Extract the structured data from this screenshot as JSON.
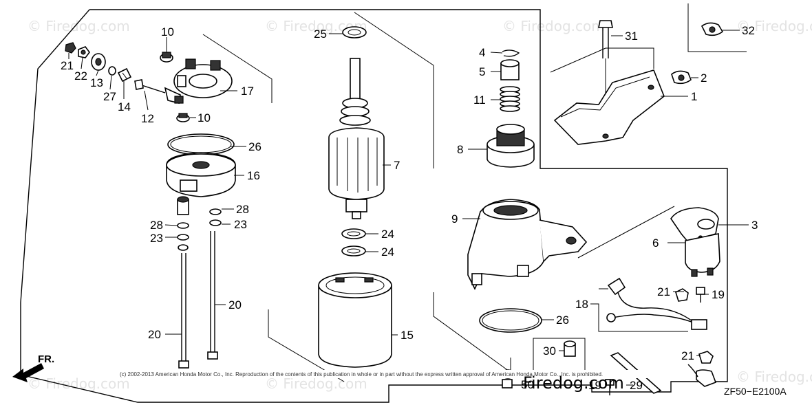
{
  "diagram": {
    "code": "ZF50−E2100A",
    "front_label": "FR.",
    "copyright": "(c) 2002-2013 American Honda Motor Co., Inc. Reproduction of the contents of this publication in whole or in part without the express written approval of American Honda Motor Co., Inc. is prohibited.",
    "watermark": "© Firedog.com",
    "logo": "Firedog.com",
    "callouts": {
      "c10a": "10",
      "c21a": "21",
      "c22": "22",
      "c13": "13",
      "c27": "27",
      "c14": "14",
      "c12": "12",
      "c17": "17",
      "c10b": "10",
      "c26a": "26",
      "c16": "16",
      "c28a": "28",
      "c23a": "23",
      "c28b": "28",
      "c23b": "23",
      "c20a": "20",
      "c20b": "20",
      "c25": "25",
      "c7": "7",
      "c24a": "24",
      "c24b": "24",
      "c15": "15",
      "c4": "4",
      "c5": "5",
      "c11": "11",
      "c8": "8",
      "c9": "9",
      "c26b": "26",
      "c30": "30",
      "c50": "50",
      "c31": "31",
      "c32": "32",
      "c2": "2",
      "c1": "1",
      "c3": "3",
      "c6": "6",
      "c21b": "21",
      "c19a": "19",
      "c18": "18",
      "c21c": "21",
      "c19b": "19",
      "c29": "29"
    }
  }
}
